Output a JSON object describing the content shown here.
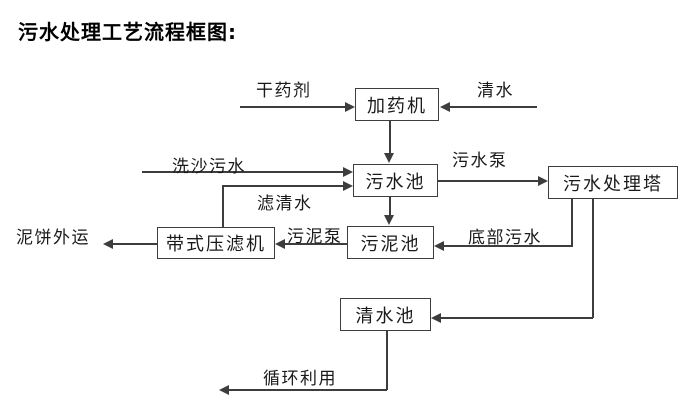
{
  "title": "污水处理工艺流程框图:",
  "diagram": {
    "nodes": {
      "dosing_machine": {
        "label": "加药机"
      },
      "wastewater_pool": {
        "label": "污水池"
      },
      "treatment_tower": {
        "label": "污水处理塔"
      },
      "sludge_pool": {
        "label": "污泥池"
      },
      "belt_filter_press": {
        "label": "带式压滤机"
      },
      "clean_water_pool": {
        "label": "清水池"
      }
    },
    "edges": [
      {
        "label": "干药剂",
        "from": "external",
        "to": "dosing_machine"
      },
      {
        "label": "清水",
        "from": "external",
        "to": "dosing_machine"
      },
      {
        "label": "",
        "from": "dosing_machine",
        "to": "wastewater_pool"
      },
      {
        "label": "洗沙污水",
        "from": "external",
        "to": "wastewater_pool"
      },
      {
        "label": "滤清水",
        "from": "belt_filter_press",
        "to": "wastewater_pool"
      },
      {
        "label": "污水泵",
        "from": "wastewater_pool",
        "to": "treatment_tower"
      },
      {
        "label": "",
        "from": "wastewater_pool",
        "to": "sludge_pool"
      },
      {
        "label": "底部污水",
        "from": "treatment_tower",
        "to": "sludge_pool"
      },
      {
        "label": "污泥泵",
        "from": "sludge_pool",
        "to": "belt_filter_press"
      },
      {
        "label": "泥饼外运",
        "from": "belt_filter_press",
        "to": "external"
      },
      {
        "label": "",
        "from": "treatment_tower",
        "to": "clean_water_pool"
      },
      {
        "label": "循环利用",
        "from": "clean_water_pool",
        "to": "external"
      }
    ],
    "colors": {
      "background": "#ffffff",
      "line": "#3d3d3d",
      "box_border": "#3d3d3d",
      "box_fill": "#ffffff",
      "text": "#000000"
    }
  }
}
